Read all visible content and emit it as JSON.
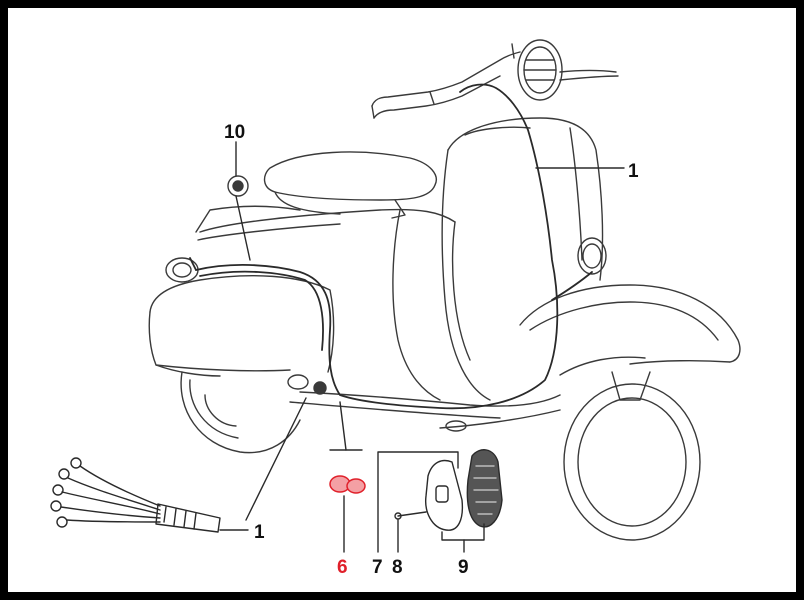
{
  "diagram": {
    "callouts": [
      {
        "id": "c1-top",
        "label": "1"
      },
      {
        "id": "c1-bottom",
        "label": "1"
      },
      {
        "id": "c6",
        "label": "6",
        "highlight": true
      },
      {
        "id": "c7",
        "label": "7"
      },
      {
        "id": "c8",
        "label": "8"
      },
      {
        "id": "c9",
        "label": "9"
      },
      {
        "id": "c10",
        "label": "10"
      }
    ],
    "colors": {
      "line": "#3a3a3a",
      "callout_text": "#111111",
      "highlight": "#e0202a",
      "background": "#ffffff",
      "frame": "#000000"
    }
  }
}
